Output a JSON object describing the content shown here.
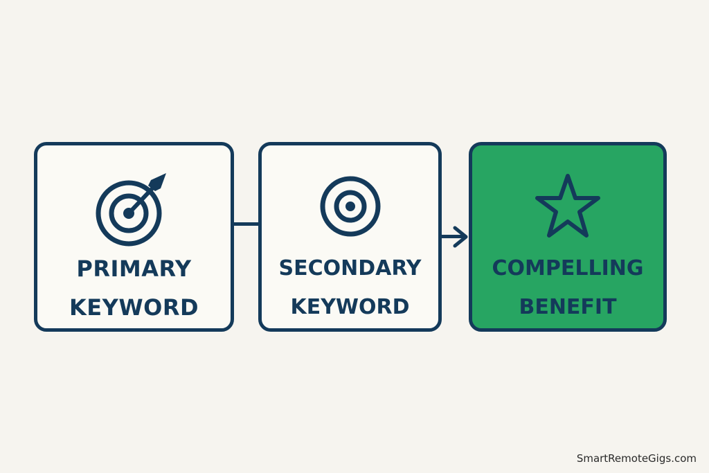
{
  "steps": [
    {
      "line1": "PRIMARY",
      "line2": "KEYWORD",
      "icon": "target-arrow-icon"
    },
    {
      "line1": "SECONDARY",
      "line2": "KEYWORD",
      "icon": "target-icon"
    },
    {
      "line1": "COMPELLING",
      "line2": "BENEFIT",
      "icon": "star-icon"
    }
  ],
  "watermark": "SmartRemoteGigs.com",
  "colors": {
    "outline": "#143a5a",
    "box_fill": "#fbfaf5",
    "highlight_fill": "#27a562",
    "background": "#f6f4ef"
  }
}
